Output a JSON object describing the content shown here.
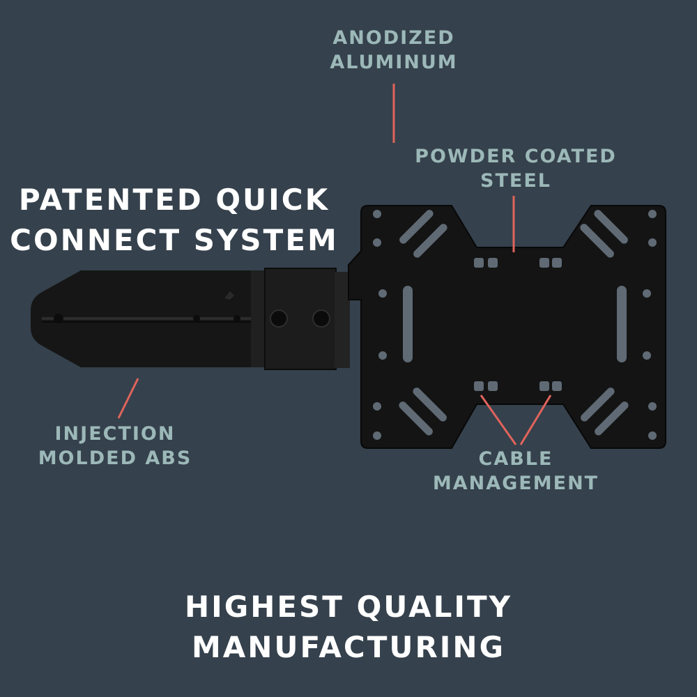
{
  "callouts": {
    "anodized_aluminum": [
      "ANODIZED",
      "ALUMINUM"
    ],
    "powder_coated_steel": [
      "POWDER COATED",
      "STEEL"
    ],
    "injection_molded_abs": [
      "INJECTION",
      "MOLDED ABS"
    ],
    "cable_management": [
      "CABLE",
      "MANAGEMENT"
    ]
  },
  "headlines": {
    "patented": [
      "PATENTED QUICK",
      "CONNECT SYSTEM"
    ],
    "quality": [
      "HIGHEST QUALITY",
      "MANUFACTURING"
    ]
  },
  "colors": {
    "background": "#35414c",
    "callout_text": "#9cb8b8",
    "headline_text": "#ffffff",
    "leader_line": "#e0645c",
    "product": "#141414",
    "product_slots": "#5f6a75"
  }
}
